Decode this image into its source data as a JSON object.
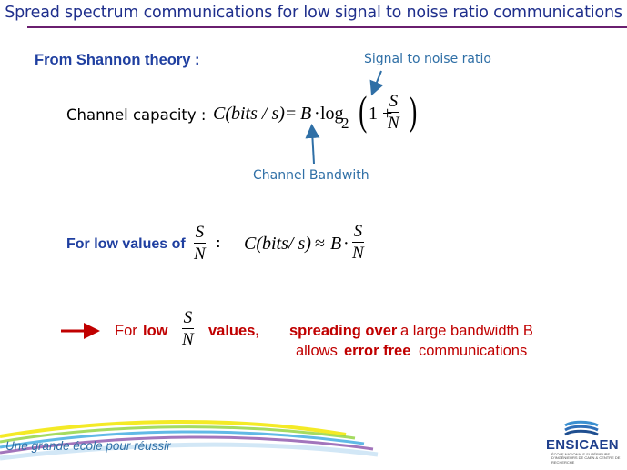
{
  "title": "Spread spectrum communications for low signal to noise ratio communications",
  "subtitle": "From Shannon theory :",
  "annotations": {
    "snr": "Signal to noise ratio",
    "bandwidth": "Channel Bandwith"
  },
  "capacity": {
    "label": "Channel capacity  :",
    "lhs": "C(bits / s)",
    "eq": "=",
    "B": "B",
    "dot": "·",
    "log": "log",
    "base": "2",
    "one_plus": "1 +",
    "num": "S",
    "den": "N"
  },
  "low_values": {
    "label": "For low values of",
    "num": "S",
    "den": "N",
    "colon": ":",
    "lhs": "C(bits/ s)",
    "approx": "≈",
    "B": "B",
    "dot": "·",
    "num2": "S",
    "den2": "N"
  },
  "conclusion": {
    "for": "For",
    "low": "low",
    "num": "S",
    "den": "N",
    "values": "values,",
    "spreading": "spreading over",
    "large_bw": "a large bandwidth B",
    "allows": "allows",
    "error_free": "error free",
    "communications": "communications"
  },
  "footer": {
    "tagline": "Une grande école pour réussir",
    "logo": "ENSICAEN",
    "logo_sub": "ÉCOLE NATIONALE SUPÉRIEURE D'INGÉNIEURS DE CAEN & CENTRE DE RECHERCHE"
  },
  "colors": {
    "title": "#1f2f8c",
    "rule": "#6a1f6f",
    "heading": "#1f3fa0",
    "annotation": "#2f6fa6",
    "emphasis": "#c00000"
  }
}
